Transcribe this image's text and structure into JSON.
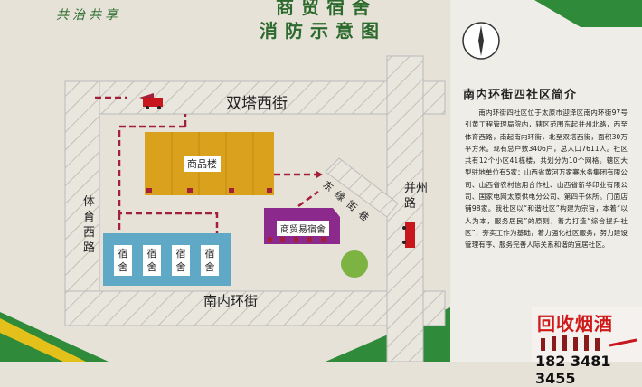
{
  "header": {
    "slogan": "共治共享",
    "title_line1": "商贸宿舍",
    "title_line2": "消防示意图"
  },
  "map": {
    "roads": {
      "north": "双塔西街",
      "west": "体育西路",
      "south": "南内环街",
      "east": "并州路",
      "alley": "东缘街巷"
    },
    "buildings": {
      "commodity": "商品楼",
      "trade_dorm": "商贸易宿舍",
      "dorms": [
        "宿舍",
        "宿舍",
        "宿舍",
        "宿舍"
      ]
    },
    "colors": {
      "commodity": "#d9a11c",
      "trade_dorm": "#8b2a8c",
      "dorms": "#5fa8c6",
      "escape_route": "#a3203a",
      "fire_truck": "#c8161d",
      "garden": "#7cb342"
    },
    "icons": [
      "compass-icon",
      "fire-truck-icon",
      "exit-sign-icon",
      "fire-extinguisher-icon"
    ]
  },
  "intro": {
    "title": "南内环街四社区简介",
    "text": "南内环街四社区位于太原市迎泽区南内环街97号引黄工程管理局院内，辖区范围东起并州北路，西至体育西路，南起南内环街，北至双塔西街，面积30万平方米。现有总户数3406户，总人口7611人。社区共有12个小区41栋楼，共划分为10个网格。辖区大型驻地单位有5家：山西省黄河万家寨水务集团有限公司、山西省农村信用合作社、山西省新华印业有限公司、国家电网太原供电分公司、第四干休所。门面店铺98家。我社区以“和谐社区”构建为宗旨，本着“以人为本，服务居民”的原则，着力打造“综合提升社区”，夯实工作为基础，着力强化社区服务，努力建设管理有序、服务完善人际关系和谐的宜居社区。"
  },
  "ad": {
    "title": "回收烟酒",
    "phone": "182 3481 3455"
  }
}
